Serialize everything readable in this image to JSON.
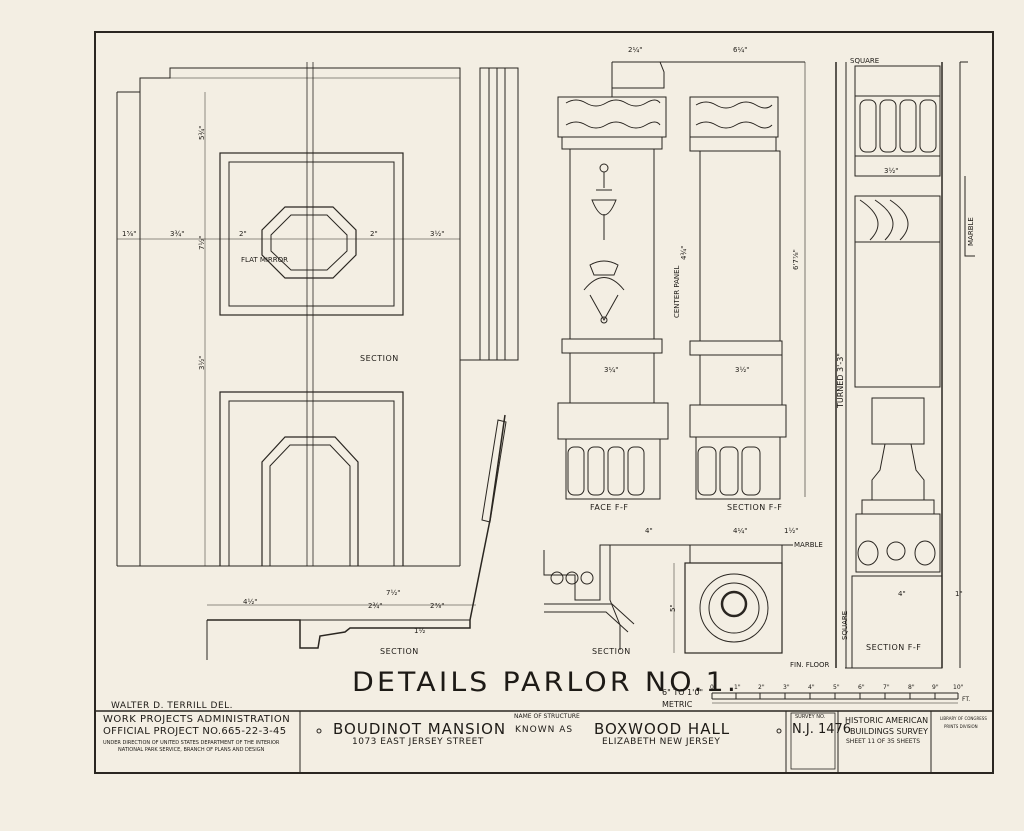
{
  "sheet": {
    "title": "DETAILS PARLOR NO.1.",
    "credit": "WALTER D. TERRILL DEL."
  },
  "labels": {
    "section_upper": "SECTION",
    "section_bottom_left": "SECTION",
    "section_bottom_mid": "SECTION",
    "face_ff": "FACE F-F",
    "section_ff_mid": "SECTION F-F",
    "section_ff_right": "SECTION F-F",
    "flat_mirror": "FLAT MIRROR",
    "center_panel": "CENTER PANEL",
    "marble_right": "MARBLE",
    "marble_bottom": "MARBLE",
    "square_top": "SQUARE",
    "square_side": "SQUARE",
    "turned": "TURNED 3'-3\"",
    "fin_floor": "FIN. FLOOR"
  },
  "dimensions": {
    "d_1_5_8": "1⅝\"",
    "d_3_3_4": "3¾\"",
    "d_2": "2\"",
    "d_2b": "2\"",
    "d_3_1_2": "3½\"",
    "d_7_1_2": "7½\"",
    "d_5_3_4": "5¾\"",
    "d_3_1_2v": "3½\"",
    "d_4_1_2": "4½\"",
    "d_7_1_2b": "7½\"",
    "d_2_3_4": "2¾\"",
    "d_2_3_8": "2⅜\"",
    "d_1_1_2": "1½",
    "d_2_1_4": "2¼\"",
    "d_6_1_4": "6¼\"",
    "d_3_1_4": "3¼\"",
    "d_3_1_2c": "3½\"",
    "d_6_7_8": "6'7⅞\"",
    "d_4_3_4": "4¾\"",
    "d_4": "4\"",
    "d_4_1_4": "4¼\"",
    "d_1_1_2b": "1½\"",
    "d_5": "5\"",
    "d_3_1_2d": "3½\"",
    "d_4b": "4\"",
    "d_1": "1\""
  },
  "scale": {
    "imperial_label": "6\" TO 1'0\"",
    "metric_label": "METRIC",
    "ticks": [
      "0",
      "1\"",
      "2\"",
      "3\"",
      "4\"",
      "5\"",
      "6\"",
      "7\"",
      "8\"",
      "9\"",
      "10\""
    ],
    "unit": "FT."
  },
  "title_block": {
    "agency_line1": "WORK PROJECTS ADMINISTRATION",
    "agency_line2": "OFFICIAL PROJECT NO.665-22-3-45",
    "agency_line3": "UNDER DIRECTION OF UNITED STATES DEPARTMENT OF THE INTERIOR",
    "agency_line4": "NATIONAL PARK SERVICE, BRANCH OF PLANS AND DESIGN",
    "name_caption": "NAME OF STRUCTURE",
    "structure_name": "BOUDINOT MANSION",
    "known_as": "KNOWN AS",
    "alt_name": "BOXWOOD HALL",
    "address": "1073 EAST JERSEY STREET",
    "city": "ELIZABETH    NEW JERSEY",
    "survey_caption": "SURVEY NO.",
    "survey_no": "N.J. 1476",
    "survey_name_1": "HISTORIC AMERICAN",
    "survey_name_2": "BUILDINGS SURVEY",
    "sheet_no": "SHEET 11 OF 35 SHEETS",
    "library_1": "LIBRARY OF CONGRESS",
    "library_2": "PRINTS DIVISION"
  },
  "colors": {
    "paper": "#f3eee3",
    "ink": "#1d1a16",
    "frame": "#2a2621"
  }
}
